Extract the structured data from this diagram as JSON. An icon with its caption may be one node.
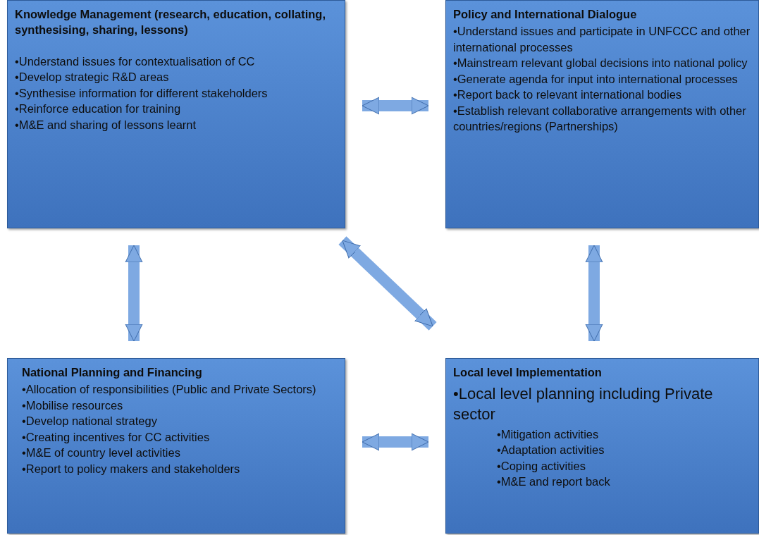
{
  "diagram": {
    "nodes": [
      {
        "text": [
          "Knowledge Management (research, education, collating, synthesising,  sharing, lessons)",
          "•Understand issues for contextualisation of CC",
          "•Develop strategic R&D areas",
          "•Synthesise information for different stakeholders",
          "•Reinforce education for training",
          "•M&E and sharing of lessons learnt"
        ]
      },
      {
        "text": [
          "Policy and International Dialogue",
          "•Understand issues and participate in UNFCCC and other international processes",
          "•Mainstream relevant global decisions into national policy",
          "•Generate agenda for input into international processes",
          "•Report back to relevant international bodies",
          "•Establish relevant collaborative arrangements with other countries/regions (Partnerships)"
        ]
      },
      {
        "text": [
          "National Planning and Financing",
          "•Allocation of responsibilities  (Public and Private Sectors)",
          "•Mobilise resources",
          "•Develop national strategy",
          "•Creating incentives for CC activities",
          "•M&E of country level activities",
          "•Report to policy makers and stakeholders"
        ]
      },
      {
        "text": [
          "Local level Implementation",
          "•Local level planning including Private sector",
          "•Mitigation activities",
          "•Adaptation activities",
          "•Coping activities",
          "•M&E and report back"
        ]
      }
    ],
    "edges": [
      {
        "from": 0,
        "to": 1,
        "arrow": "both"
      },
      {
        "from": 0,
        "to": 2,
        "arrow": "both"
      },
      {
        "from": 0,
        "to": 3,
        "arrow": "both"
      },
      {
        "from": 1,
        "to": 3,
        "arrow": "both"
      },
      {
        "from": 2,
        "to": 3,
        "arrow": "both"
      }
    ]
  }
}
